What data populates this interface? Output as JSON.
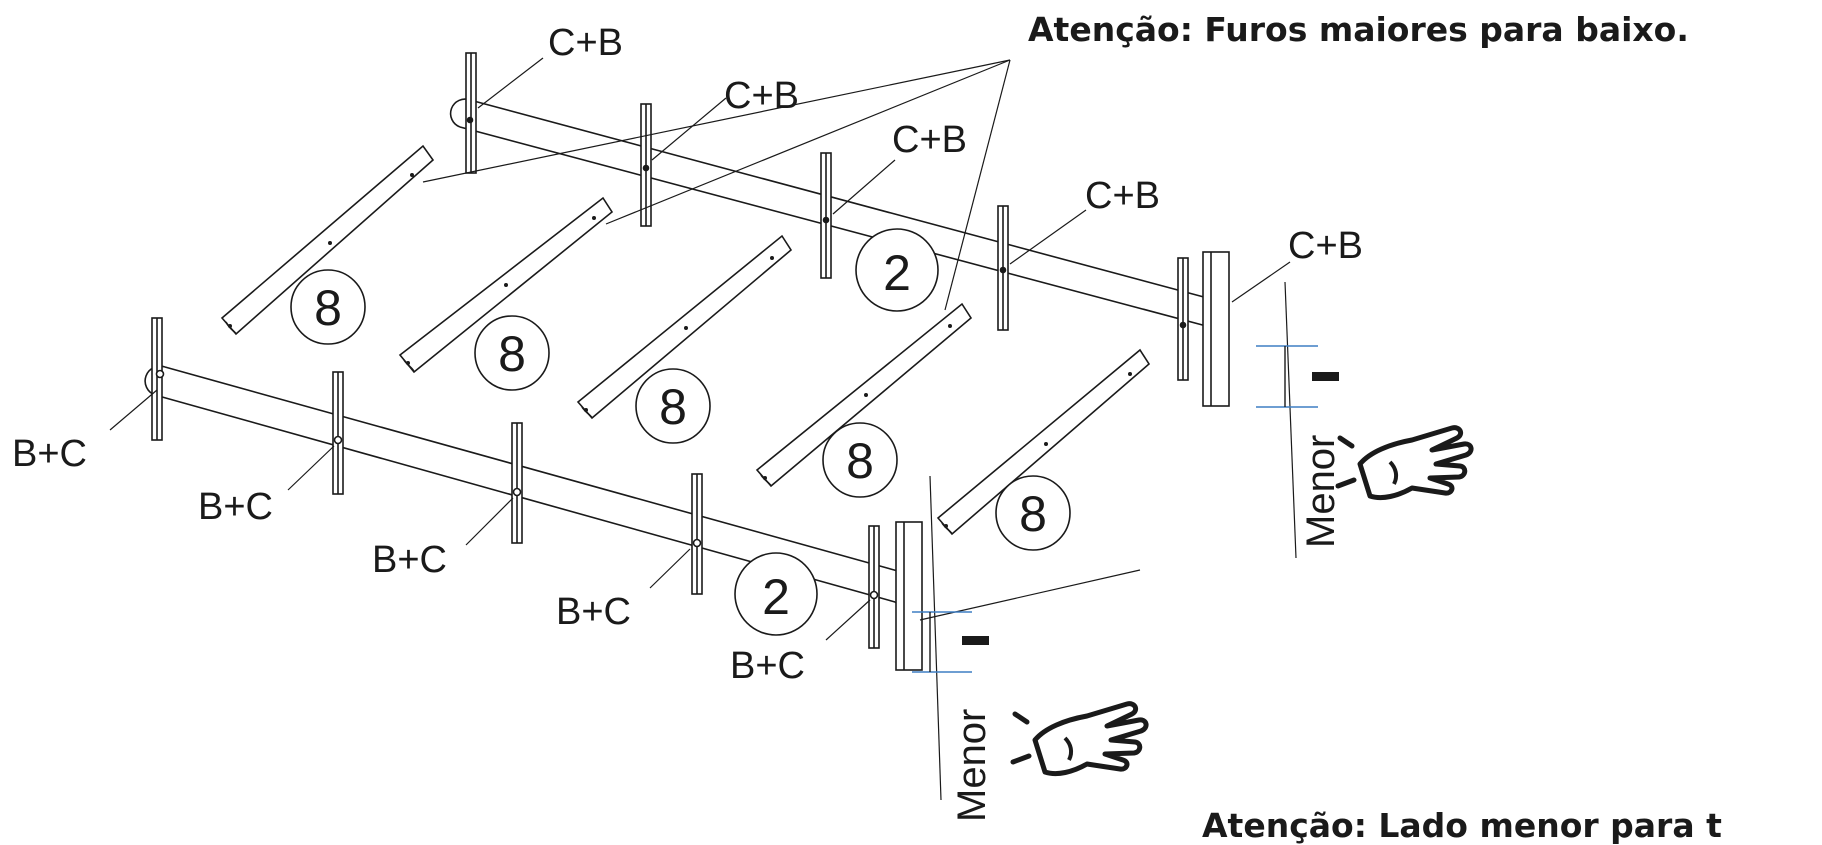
{
  "notes": {
    "top": "Atenção: Furos maiores para baixo.",
    "bottom": "Atenção: Lado menor para t"
  },
  "labels": {
    "top": [
      "C+B",
      "C+B",
      "C+B",
      "C+B",
      "C+B"
    ],
    "bottom": [
      "B+C",
      "B+C",
      "B+C",
      "B+C",
      "B+C"
    ]
  },
  "quantities": {
    "slat": "8",
    "beam": "2"
  },
  "side": {
    "text": "Menor",
    "mark": "–"
  },
  "icons": [
    "pointing-hand-icon",
    "pointing-hand-icon"
  ],
  "colors": {
    "line": "#1a1a1a",
    "dimension": "#3f7fc4",
    "background": "#ffffff"
  }
}
